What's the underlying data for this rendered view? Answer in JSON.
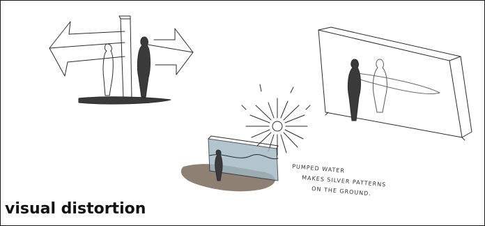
{
  "caption": "visual distortion",
  "sketch_note": {
    "line1": "PUMPED WATER",
    "line2": "MAKES SILVER PATTERNS",
    "line3": "ON THE GROUND."
  },
  "colors": {
    "ink": "#2b2b2b",
    "ground_wash": "#7a6a5a",
    "glass_wash": "#9fb7c4",
    "caption": "#111111",
    "border": "#1a1a1a"
  }
}
